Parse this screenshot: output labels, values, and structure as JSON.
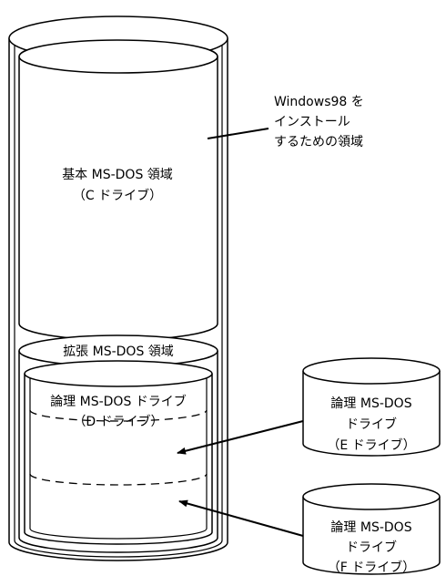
{
  "diagram": {
    "basic_partition": {
      "line1": "基本 MS-DOS 領域",
      "line2": "（C ドライブ）"
    },
    "windows_callout": {
      "line1": "Windows98 を",
      "line2": "インストール",
      "line3": "するための領域"
    },
    "extended_partition": {
      "label": "拡張 MS-DOS 領域"
    },
    "logical_d": {
      "line1": "論理 MS-DOS ドライブ",
      "line2": "（D ドライブ）"
    },
    "logical_e": {
      "line1": "論理 MS-DOS",
      "line2": "ドライブ",
      "line3": "（E ドライブ）"
    },
    "logical_f": {
      "line1": "論理 MS-DOS",
      "line2": "ドライブ",
      "line3": "（F ドライブ）"
    }
  }
}
